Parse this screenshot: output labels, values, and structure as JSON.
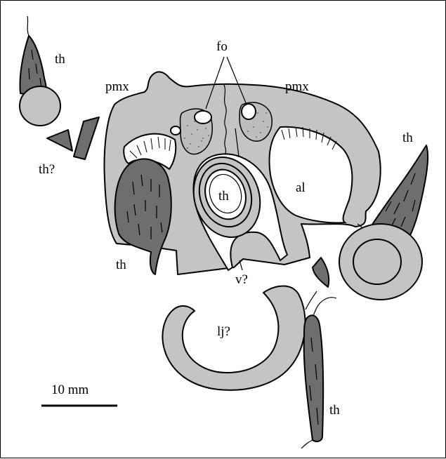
{
  "labels": {
    "th_top_left": "th",
    "pmx_left": "pmx",
    "fo": "fo",
    "pmx_right": "pmx",
    "th_right": "th",
    "th_question": "th?",
    "th_center": "th",
    "al": "al",
    "th_lower_left": "th",
    "v_question": "v?",
    "lj_question": "lj?",
    "th_bottom": "th"
  },
  "scale_bar": {
    "label": "10 mm"
  },
  "colors": {
    "bone_fill": "#c4c4c4",
    "tooth_fill": "#6e6e6e",
    "outline": "#000000",
    "background": "#ffffff"
  }
}
